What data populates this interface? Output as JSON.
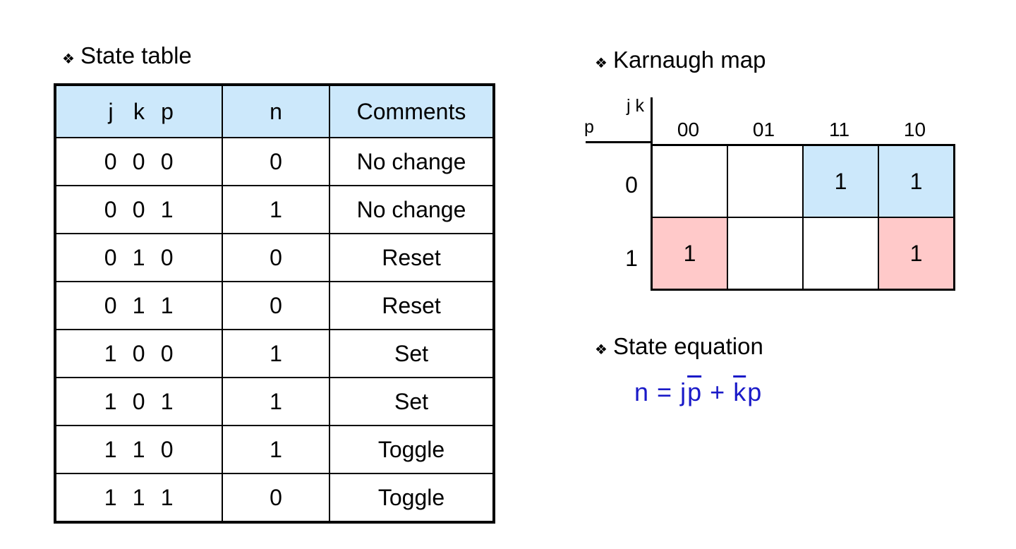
{
  "headings": {
    "state_table": "State table",
    "karnaugh_map": "Karnaugh map",
    "state_equation": "State equation",
    "bullet_glyph": "❖"
  },
  "state_table": {
    "columns": [
      "j  k  p",
      "n",
      "Comments"
    ],
    "header_inputs": [
      "j",
      "k",
      "p"
    ],
    "header_next": "n",
    "header_comments": "Comments",
    "header_bg": "#cce8fb",
    "rows": [
      {
        "j": "0",
        "k": "0",
        "p": "0",
        "n": "0",
        "comment": "No change"
      },
      {
        "j": "0",
        "k": "0",
        "p": "1",
        "n": "1",
        "comment": "No change"
      },
      {
        "j": "0",
        "k": "1",
        "p": "0",
        "n": "0",
        "comment": "Reset"
      },
      {
        "j": "0",
        "k": "1",
        "p": "1",
        "n": "0",
        "comment": "Reset"
      },
      {
        "j": "1",
        "k": "0",
        "p": "0",
        "n": "1",
        "comment": "Set"
      },
      {
        "j": "1",
        "k": "0",
        "p": "1",
        "n": "1",
        "comment": "Set"
      },
      {
        "j": "1",
        "k": "1",
        "p": "0",
        "n": "1",
        "comment": "Toggle"
      },
      {
        "j": "1",
        "k": "1",
        "p": "1",
        "n": "0",
        "comment": "Toggle"
      }
    ]
  },
  "karnaugh_map": {
    "col_axis_label": "j k",
    "row_axis_label": "p",
    "col_headers": [
      "00",
      "01",
      "11",
      "10"
    ],
    "row_headers": [
      "0",
      "1"
    ],
    "colors": {
      "blue": "#cce8fb",
      "pink": "#ffc9c9",
      "empty": "#ffffff"
    },
    "cells": [
      [
        {
          "value": "",
          "fill": "empty"
        },
        {
          "value": "",
          "fill": "empty"
        },
        {
          "value": "1",
          "fill": "blue"
        },
        {
          "value": "1",
          "fill": "blue"
        }
      ],
      [
        {
          "value": "1",
          "fill": "pink"
        },
        {
          "value": "",
          "fill": "empty"
        },
        {
          "value": "",
          "fill": "empty"
        },
        {
          "value": "1",
          "fill": "pink"
        }
      ]
    ]
  },
  "state_equation": {
    "color": "#1a1ac8",
    "plain_text": "n = j p̄ + k̄ p",
    "tokens": {
      "n": "n",
      "eq": "=",
      "j": "j",
      "p_bar": "p",
      "plus": "+",
      "k_bar": "k",
      "p": "p"
    }
  }
}
